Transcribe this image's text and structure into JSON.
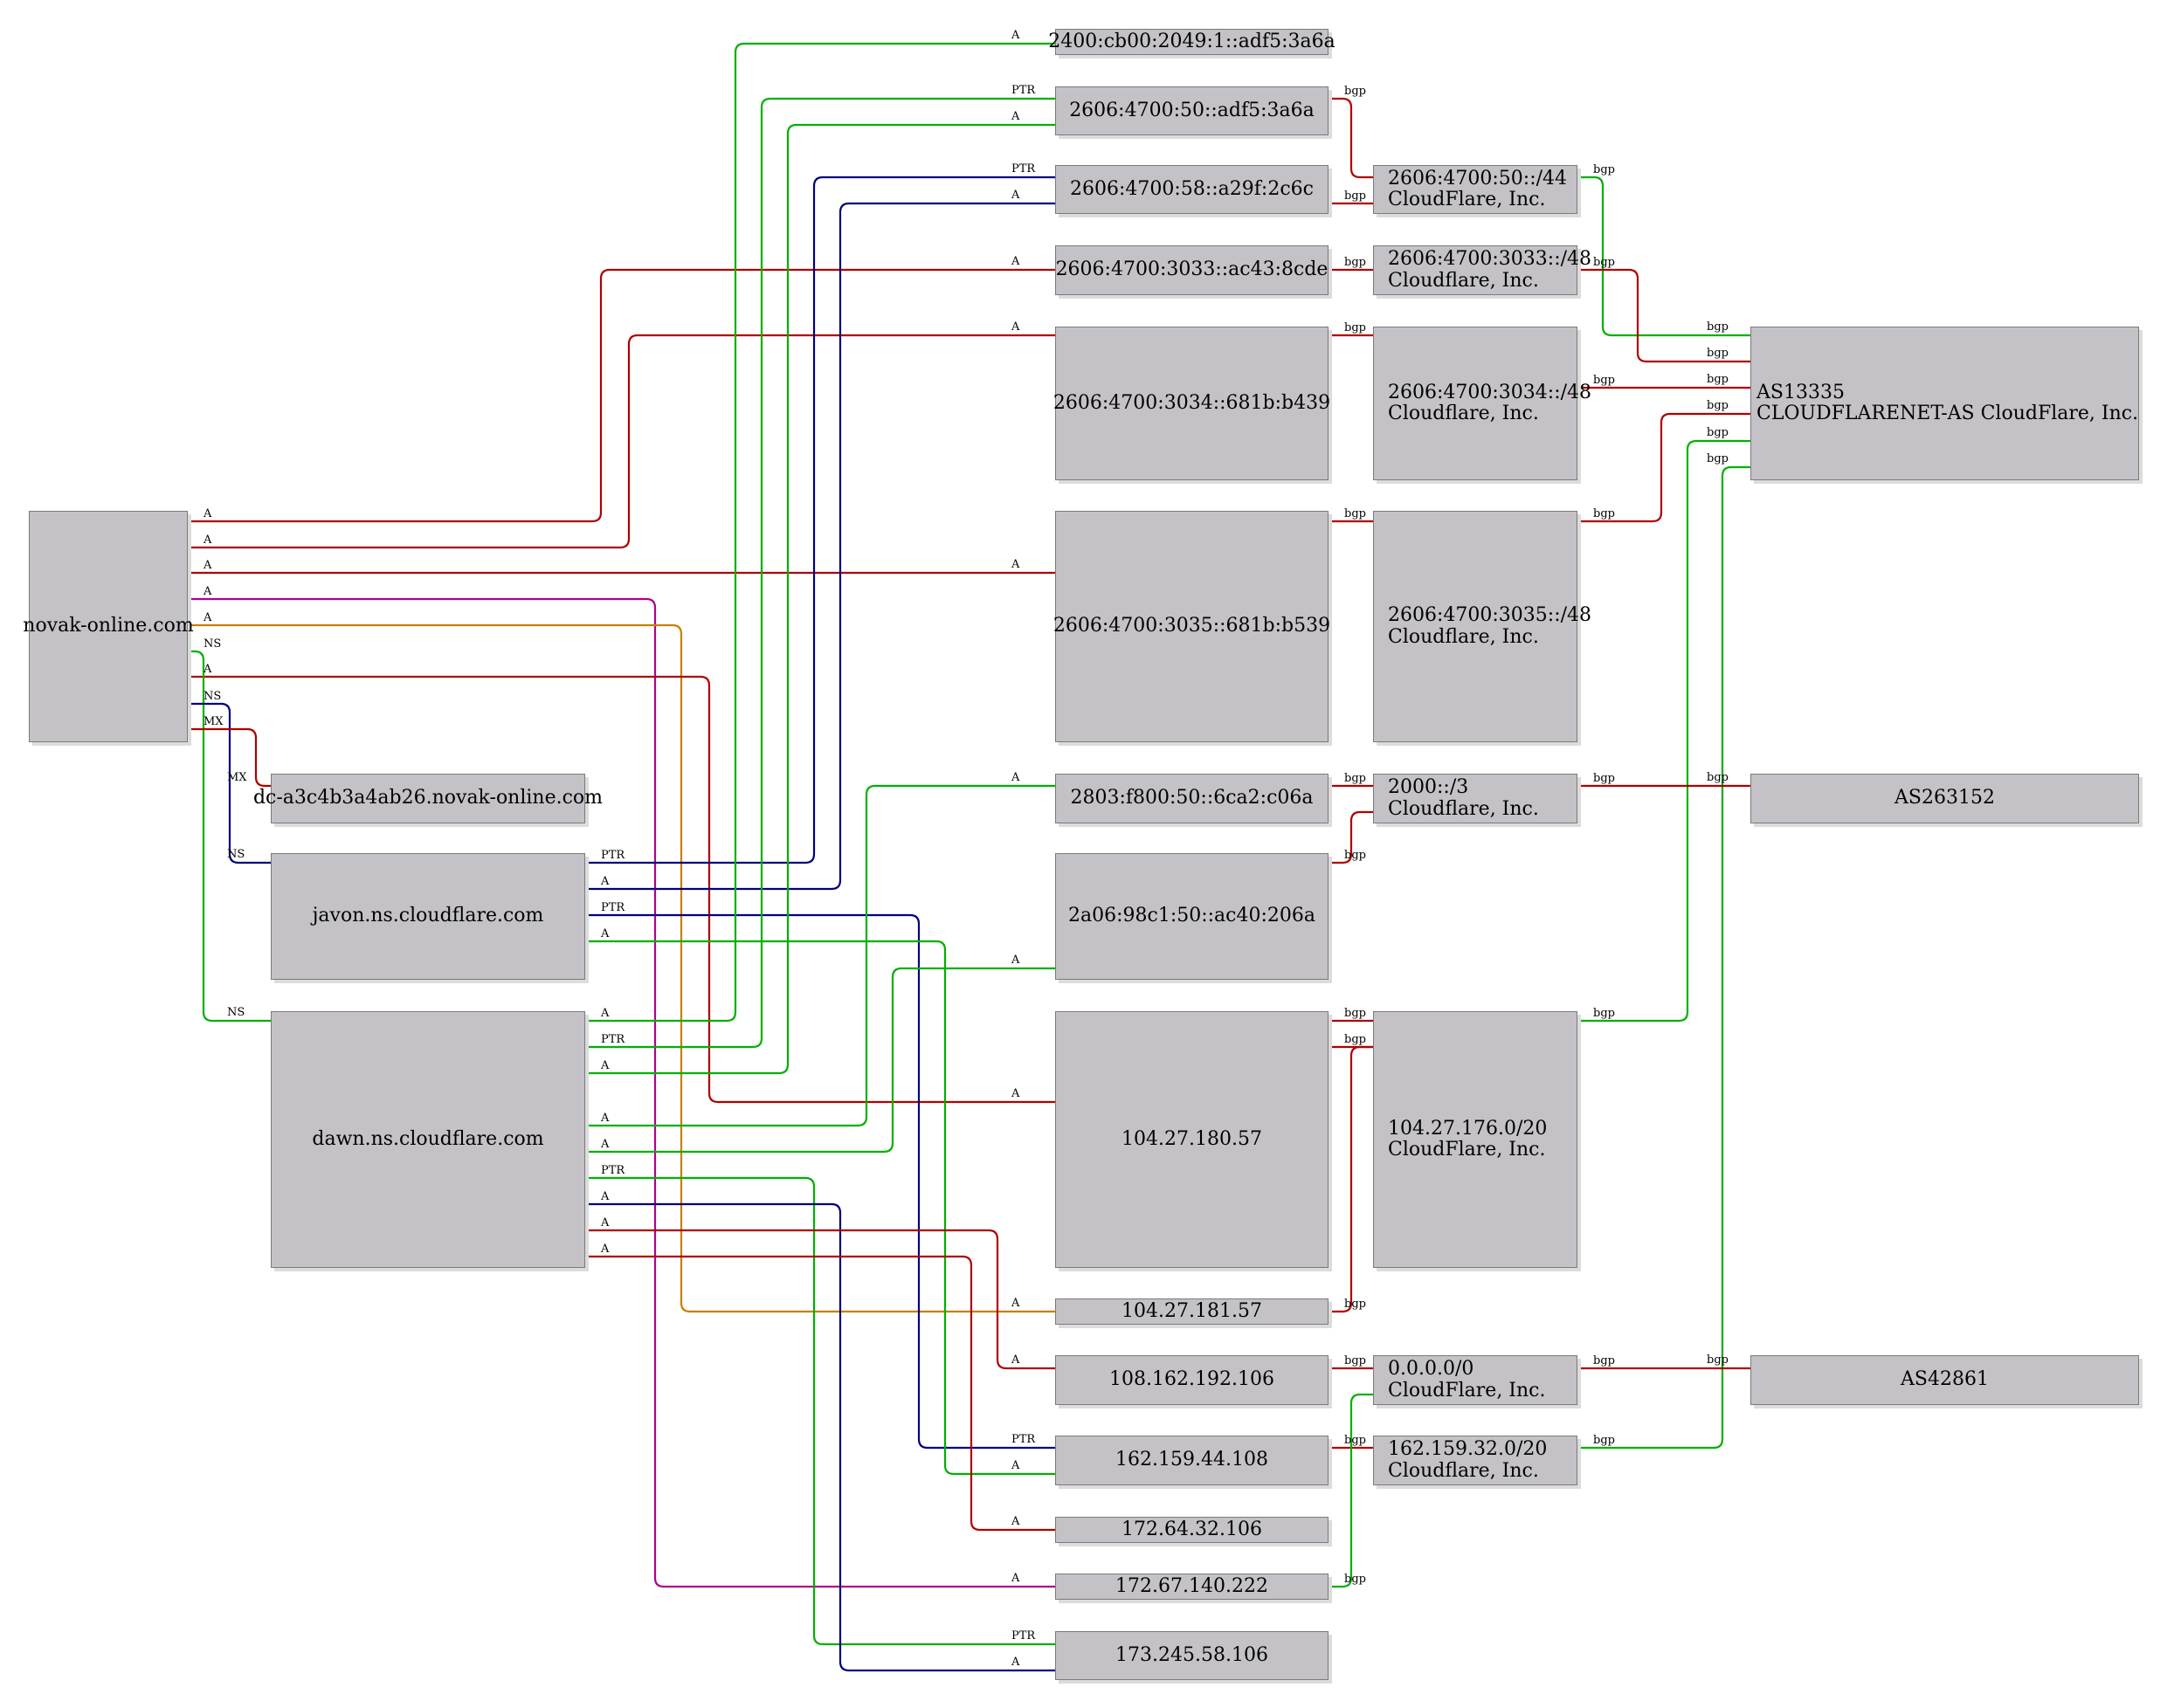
{
  "colors": {
    "red": "#b00000",
    "green": "#00b000",
    "navy": "#000080",
    "magenta": "#b0008a",
    "orange": "#c88000",
    "node_fill": "#c4c2c6"
  },
  "nodes": {
    "domain": "novak-online.com",
    "mx_host": "dc-a3c4b3a4ab26.novak-online.com",
    "ns_javon": "javon.ns.cloudflare.com",
    "ns_dawn": "dawn.ns.cloudflare.com",
    "ip1": "2400:cb00:2049:1::adf5:3a6a",
    "ip2": "2606:4700:50::adf5:3a6a",
    "ip3": "2606:4700:58::a29f:2c6c",
    "ip4": "2606:4700:3033::ac43:8cde",
    "ip5": "2606:4700:3034::681b:b439",
    "ip6": "2606:4700:3035::681b:b539",
    "ip7": "2803:f800:50::6ca2:c06a",
    "ip8": "2a06:98c1:50::ac40:206a",
    "ip9": "104.27.180.57",
    "ip10": "104.27.181.57",
    "ip11": "108.162.192.106",
    "ip12": "162.159.44.108",
    "ip13": "172.64.32.106",
    "ip14": "172.67.140.222",
    "ip15": "173.245.58.106",
    "pfx1": "2606:4700:50::/44\nCloudFlare, Inc.",
    "pfx2": "2606:4700:3033::/48\nCloudflare, Inc.",
    "pfx3": "2606:4700:3034::/48\nCloudflare, Inc.",
    "pfx4": "2606:4700:3035::/48\nCloudflare, Inc.",
    "pfx5": "2000::/3\nCloudflare, Inc.",
    "pfx6": "104.27.176.0/20\nCloudFlare, Inc.",
    "pfx7": "0.0.0.0/0\nCloudFlare, Inc.",
    "pfx8": "162.159.32.0/20\nCloudflare, Inc.",
    "as1": "AS13335\nCLOUDFLARENET-AS CloudFlare, Inc.",
    "as2": "AS263152",
    "as3": "AS42861"
  },
  "edge_labels": {
    "a": "A",
    "ns": "NS",
    "mx": "MX",
    "ptr": "PTR",
    "bgp": "bgp"
  }
}
